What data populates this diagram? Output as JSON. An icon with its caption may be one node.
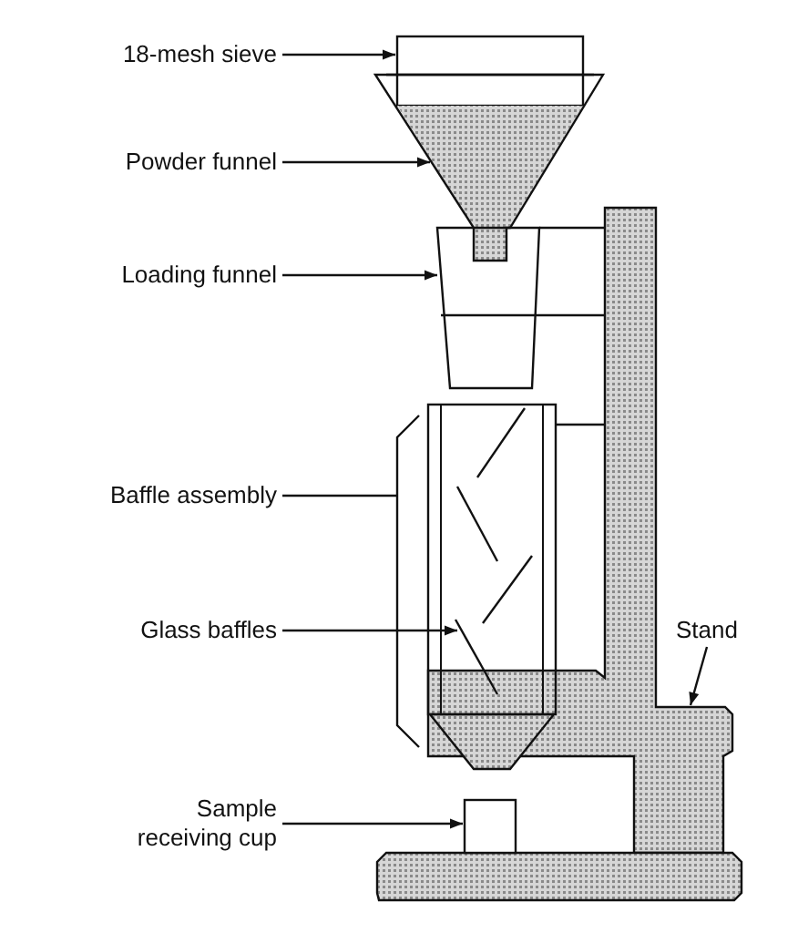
{
  "diagram": {
    "nodes": [
      {
        "text": [
          "18-mesh sieve"
        ]
      },
      {
        "text": [
          "Powder funnel"
        ]
      },
      {
        "text": [
          "Loading funnel"
        ]
      },
      {
        "text": [
          "Baffle assembly"
        ]
      },
      {
        "text": [
          "Glass baffles"
        ]
      },
      {
        "text": [
          "Stand"
        ]
      },
      {
        "text": [
          "Sample receiving cup"
        ]
      },
      {
        "text": [],
        "shape": "box"
      },
      {
        "text": [],
        "shape": "funnel"
      },
      {
        "text": [],
        "shape": "funnel"
      },
      {
        "text": [],
        "shape": "cylinder"
      },
      {
        "text": [],
        "shape": "line",
        "in": 10
      },
      {
        "text": [],
        "shape": "stand"
      },
      {
        "text": [],
        "shape": "box"
      }
    ],
    "edges": [
      {
        "from": 0,
        "to": 7,
        "arrow": "to"
      },
      {
        "from": 1,
        "to": 8,
        "arrow": "to"
      },
      {
        "from": 2,
        "to": 9,
        "arrow": "to"
      },
      {
        "from": 3,
        "to": 10,
        "arrow": "none"
      },
      {
        "from": 4,
        "to": 11,
        "arrow": "to"
      },
      {
        "from": 5,
        "to": 12,
        "arrow": "to"
      },
      {
        "from": 6,
        "to": 13,
        "arrow": "to"
      }
    ]
  }
}
